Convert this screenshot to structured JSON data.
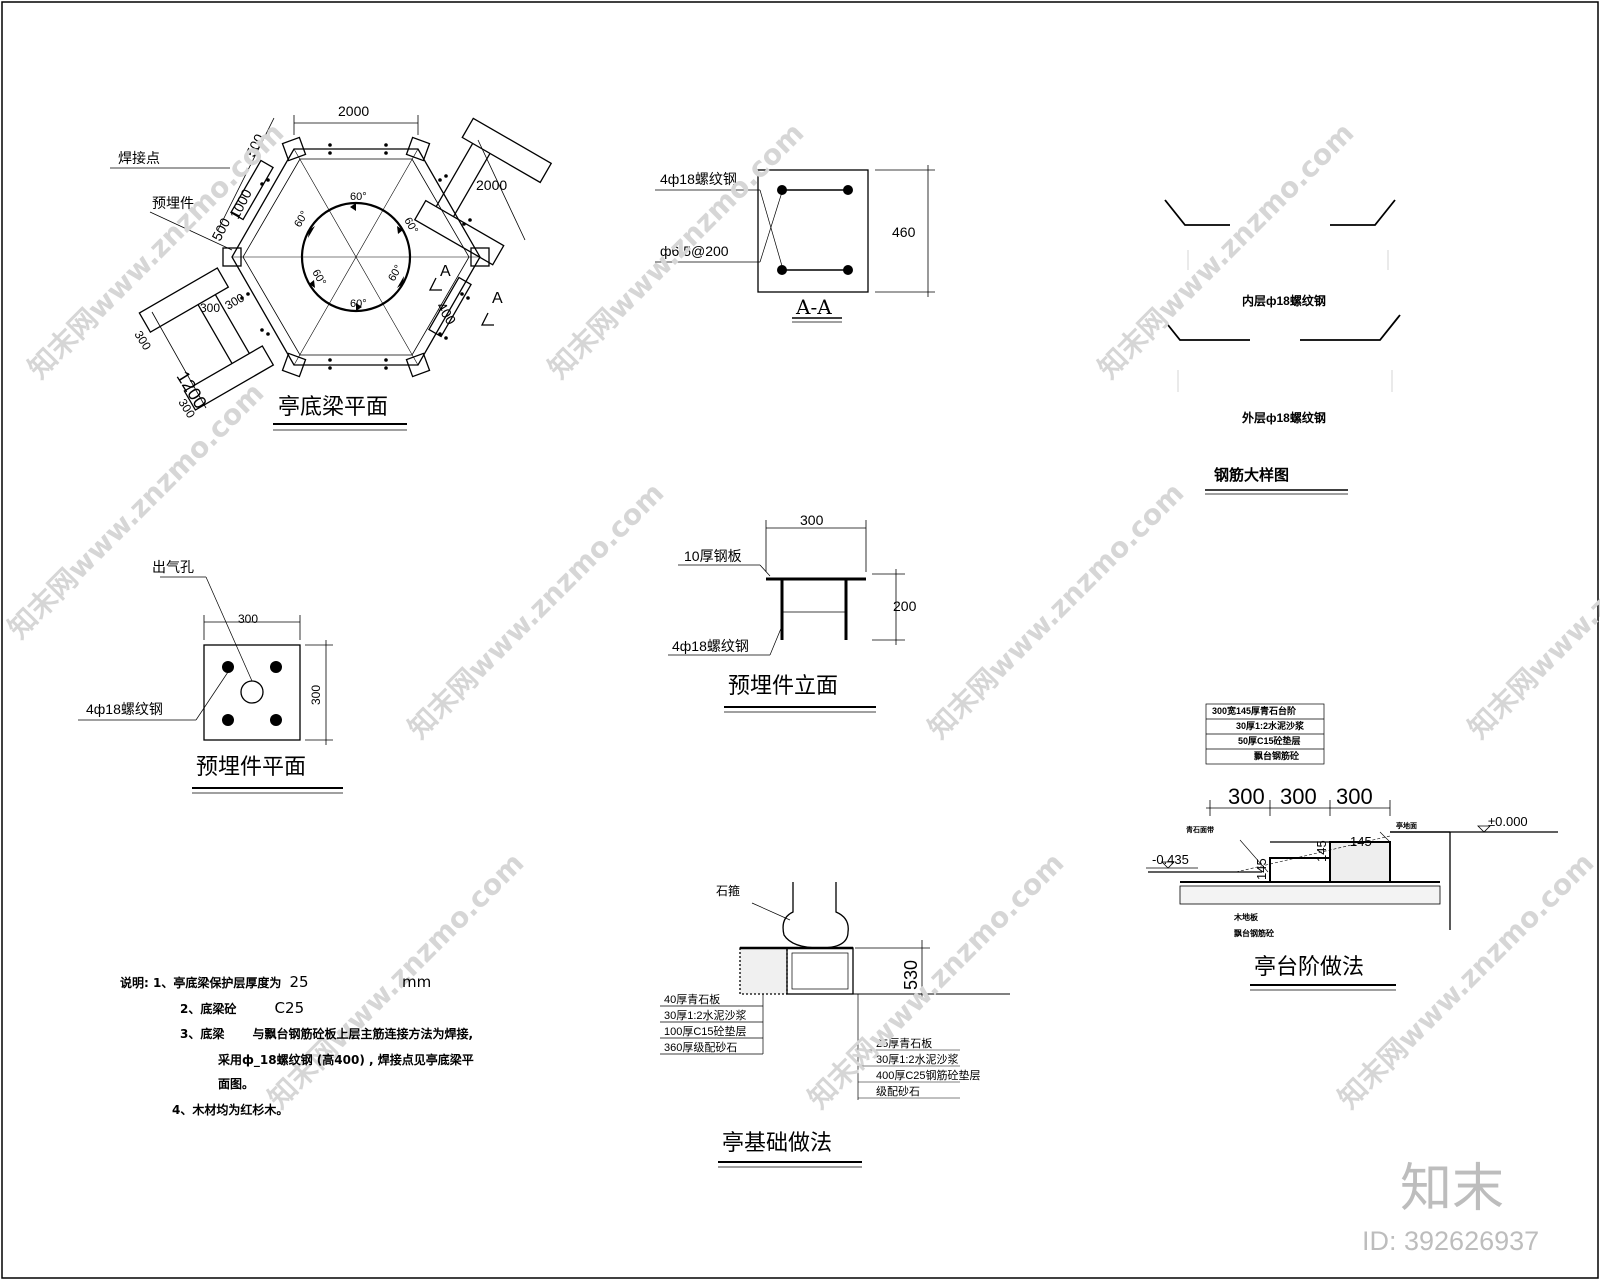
{
  "plan": {
    "title": "亭底梁平面",
    "dim_top": "2000",
    "dim_right": "2000",
    "dim_500a": "500",
    "dim_1000": "1000",
    "dim_500b": "500",
    "dim_1200": "1200",
    "dim_300a": "300",
    "dim_300b": "300",
    "dim_300c": "300",
    "dim_300d": "300",
    "dim_400": "400",
    "label_weld": "焊接点",
    "label_embed": "预埋件",
    "angles": [
      "60°",
      "60°",
      "60°",
      "60°",
      "60°",
      "60°"
    ],
    "section_mark": "A"
  },
  "section_aa": {
    "title": "A-A",
    "rebar_main": "4ф18螺纹钢",
    "rebar_stirrup": "ф6.5@200",
    "dim_height": "460"
  },
  "rebar_detail": {
    "title": "钢筋大样图",
    "inner": "内层ф18螺纹钢",
    "outer": "外层ф18螺纹钢"
  },
  "embed_plan": {
    "title": "预埋件平面",
    "vent": "出气孔",
    "rebar": "4ф18螺纹钢",
    "dim_w": "300",
    "dim_h": "300"
  },
  "embed_elev": {
    "title": "预埋件立面",
    "plate": "10厚钢板",
    "rebar": "4ф18螺纹钢",
    "dim_w": "300",
    "dim_h": "200"
  },
  "foundation": {
    "title": "亭基础做法",
    "stone_drum": "石箍",
    "dim_h": "530",
    "left_layers": [
      "40厚青石板",
      "30厚1:2水泥沙浆",
      "100厚C15砼垫层",
      "360厚级配砂石"
    ],
    "right_layers": [
      "25厚青石板",
      "30厚1:2水泥沙浆",
      "400厚C25钢筋砼垫层",
      "级配砂石"
    ]
  },
  "steps": {
    "title": "亭台阶做法",
    "layers": [
      "300宽145厚青石台阶",
      "30厚1:2水泥沙浆",
      "50厚C15砼垫层",
      "飘台钢筋砼"
    ],
    "dims": [
      "300",
      "300",
      "300"
    ],
    "rise1": "145",
    "rise2": "145",
    "elev_top": "±0.000",
    "elev_bottom": "-0.435",
    "label_curb": "青石面带",
    "label_floor": "亭地面",
    "label_board": "木地板",
    "label_slab": "飘台钢筋砼"
  },
  "notes": {
    "l1a": "说明: 1、亭底梁保护层厚度为",
    "l1b": "25",
    "l1c": "mm",
    "l2a": "2、底梁砼",
    "l2b": "C25",
    "l3a": "3、底梁",
    "l3b": "与飘台钢筋砼板上层主筋连接方法为焊接,",
    "l4": "采用ф_18螺纹钢 (高400) , 焊接点见亭底梁平",
    "l5": "面图。",
    "l6": "4、木材均为红杉木。"
  },
  "watermark": {
    "logo": "知末",
    "id": "ID: 392626937",
    "site": "知末网www.znzmo.com"
  }
}
